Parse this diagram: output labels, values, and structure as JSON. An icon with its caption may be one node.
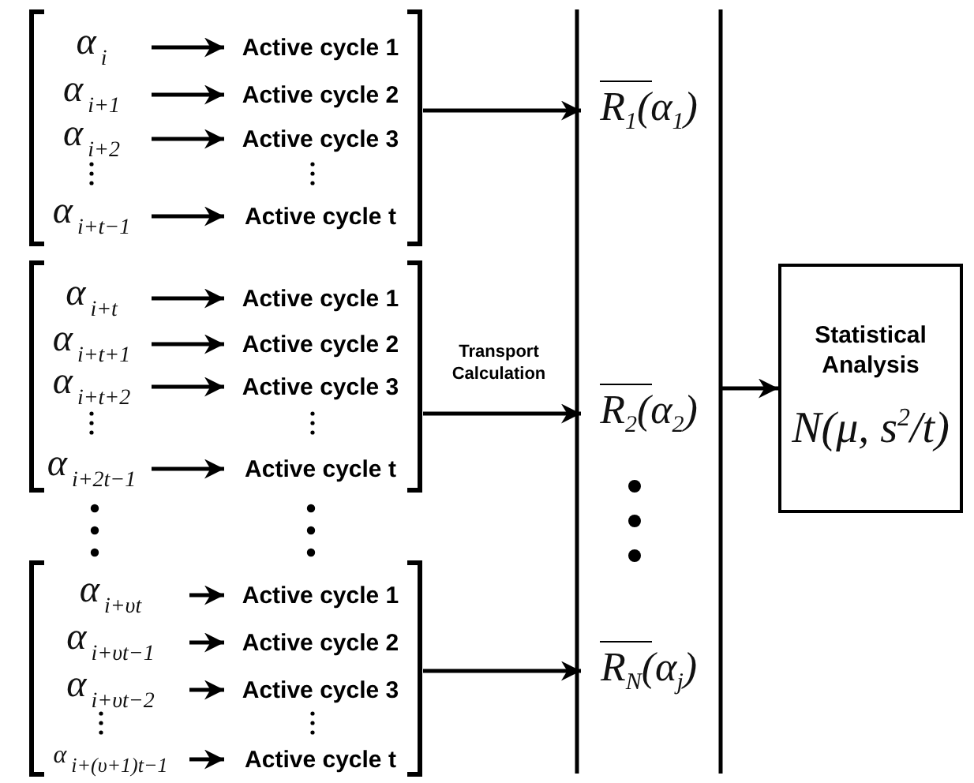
{
  "diagram": {
    "nodes": [
      {
        "text": [],
        "shape": "bracket"
      },
      {
        "text": [
          "α$_{i}$"
        ],
        "in": 0
      },
      {
        "text": [
          "Active cycle 1"
        ],
        "in": 0
      },
      {
        "text": [
          "α$_{i+1}$"
        ],
        "in": 0
      },
      {
        "text": [
          "Active cycle 2"
        ],
        "in": 0
      },
      {
        "text": [
          "α$_{i+2}$"
        ],
        "in": 0
      },
      {
        "text": [
          "Active cycle 3"
        ],
        "in": 0
      },
      {
        "text": [
          "α$_{i+t−1}$"
        ],
        "in": 0
      },
      {
        "text": [
          "Active cycle t"
        ],
        "in": 0
      },
      {
        "text": [],
        "shape": "bracket"
      },
      {
        "text": [
          "α$_{i+t}$"
        ],
        "in": 9
      },
      {
        "text": [
          "Active cycle 1"
        ],
        "in": 9
      },
      {
        "text": [
          "α$_{i+t+1}$"
        ],
        "in": 9
      },
      {
        "text": [
          "Active cycle 2"
        ],
        "in": 9
      },
      {
        "text": [
          "α$_{i+t+2}$"
        ],
        "in": 9
      },
      {
        "text": [
          "Active cycle 3"
        ],
        "in": 9
      },
      {
        "text": [
          "α$_{i+2t−1}$"
        ],
        "in": 9
      },
      {
        "text": [
          "Active cycle t"
        ],
        "in": 9
      },
      {
        "text": [],
        "shape": "bracket"
      },
      {
        "text": [
          "α$_{i+υt}$"
        ],
        "in": 18
      },
      {
        "text": [
          "Active cycle 1"
        ],
        "in": 18
      },
      {
        "text": [
          "α$_{i+υt−1}$"
        ],
        "in": 18
      },
      {
        "text": [
          "Active cycle 2"
        ],
        "in": 18
      },
      {
        "text": [
          "α$_{i+υt−2}$"
        ],
        "in": 18
      },
      {
        "text": [
          "Active cycle 3"
        ],
        "in": 18
      },
      {
        "text": [
          "α$_{i+(υ+1)t−1}$"
        ],
        "in": 18
      },
      {
        "text": [
          "Active cycle t"
        ],
        "in": 18
      },
      {
        "text": [],
        "shape": "column"
      },
      {
        "text": [
          "R$_{1}$(α$_{1}$)"
        ],
        "in": 27
      },
      {
        "text": [
          "R$_{2}$(α$_{2}$)"
        ],
        "in": 27
      },
      {
        "text": [
          "R$_{N}$(α$_{j}$)"
        ],
        "in": 27
      },
      {
        "text": [
          "Statistical Analysis",
          "N(μ, s$^{2}$/t)"
        ]
      }
    ],
    "edges": [
      {
        "from": 1,
        "to": 2,
        "arrow": "to"
      },
      {
        "from": 3,
        "to": 4,
        "arrow": "to"
      },
      {
        "from": 5,
        "to": 6,
        "arrow": "to"
      },
      {
        "from": 7,
        "to": 8,
        "arrow": "to"
      },
      {
        "from": 10,
        "to": 11,
        "arrow": "to"
      },
      {
        "from": 12,
        "to": 13,
        "arrow": "to"
      },
      {
        "from": 14,
        "to": 15,
        "arrow": "to"
      },
      {
        "from": 16,
        "to": 17,
        "arrow": "to"
      },
      {
        "from": 19,
        "to": 20,
        "arrow": "to"
      },
      {
        "from": 21,
        "to": 22,
        "arrow": "to"
      },
      {
        "from": 23,
        "to": 24,
        "arrow": "to"
      },
      {
        "from": 25,
        "to": 26,
        "arrow": "to"
      },
      {
        "from": 0,
        "to": 28,
        "arrow": "to"
      },
      {
        "from": 9,
        "to": 29,
        "arrow": "to",
        "label": "Transport Calculation"
      },
      {
        "from": 18,
        "to": 30,
        "arrow": "to"
      },
      {
        "from": 27,
        "to": 31,
        "arrow": "to"
      }
    ]
  }
}
